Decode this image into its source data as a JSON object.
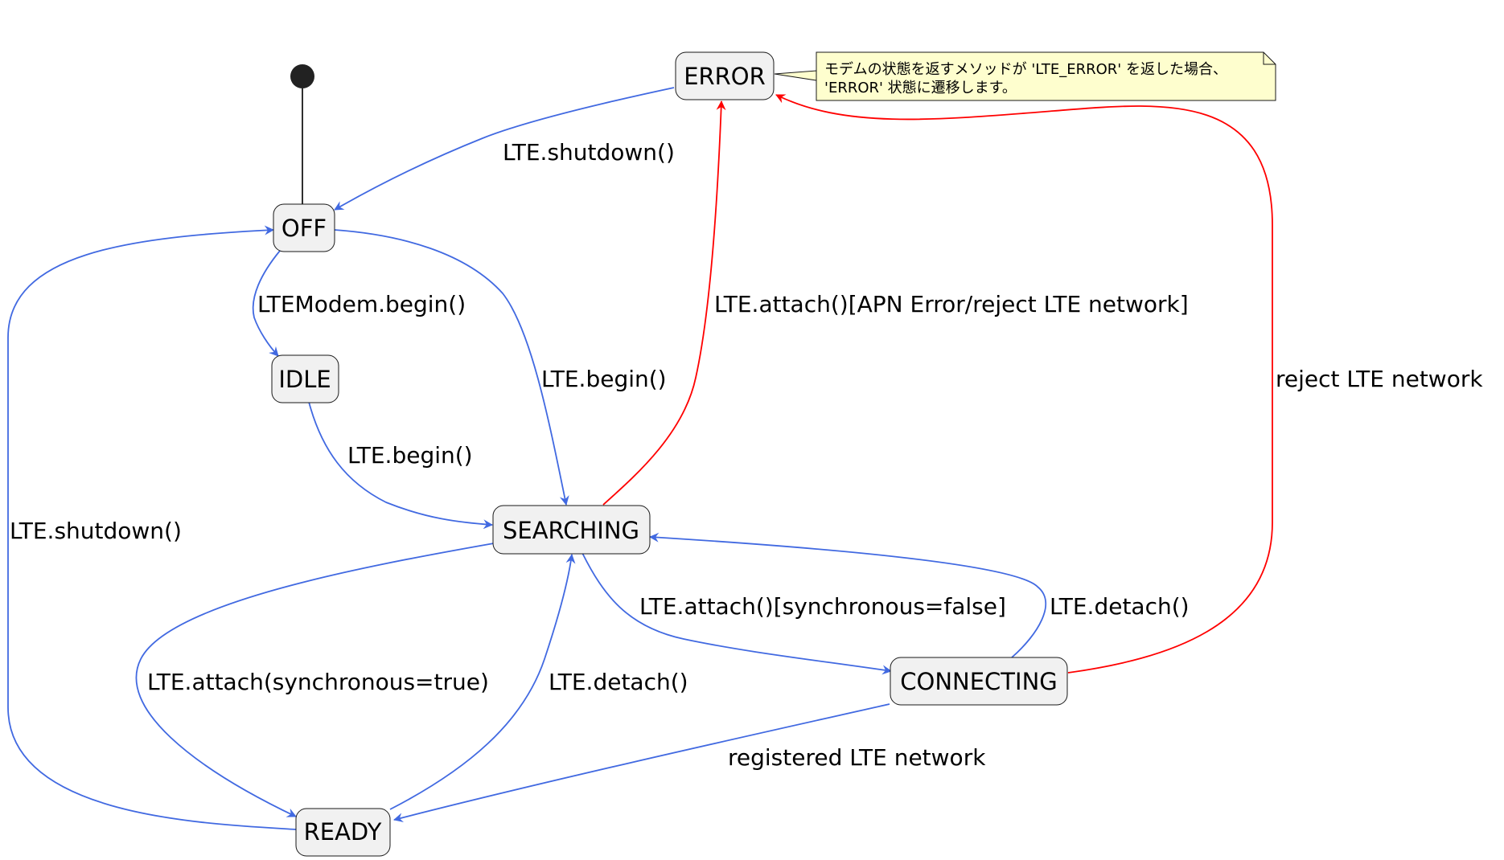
{
  "diagram": {
    "type": "state-diagram",
    "colors": {
      "normal_transition": "#4169e1",
      "error_transition": "#ff0000",
      "initial_transition": "#181818",
      "state_fill": "#f1f1f1",
      "state_border": "#181818",
      "note_fill": "#fefece",
      "note_border": "#181818"
    },
    "states": {
      "error": "ERROR",
      "off": "OFF",
      "idle": "IDLE",
      "searching": "SEARCHING",
      "connecting": "CONNECTING",
      "ready": "READY"
    },
    "note": {
      "line1": "モデムの状態を返すメソッドが 'LTE_ERROR' を返した場合、",
      "line2": "'ERROR' 状態に遷移します。"
    },
    "transitions": {
      "error_to_off": "LTE.shutdown()",
      "off_to_idle": "LTEModem.begin()",
      "off_to_searching": "LTE.begin()",
      "idle_to_searching": "LTE.begin()",
      "searching_to_error": "LTE.attach()[APN Error/reject LTE network]",
      "connecting_to_error": "reject LTE network",
      "ready_to_off": "LTE.shutdown()",
      "searching_to_connecting": "LTE.attach()[synchronous=false]",
      "connecting_to_searching": "LTE.detach()",
      "searching_to_ready": "LTE.attach(synchronous=true)",
      "ready_to_searching": "LTE.detach()",
      "connecting_to_ready": "registered LTE network"
    }
  }
}
